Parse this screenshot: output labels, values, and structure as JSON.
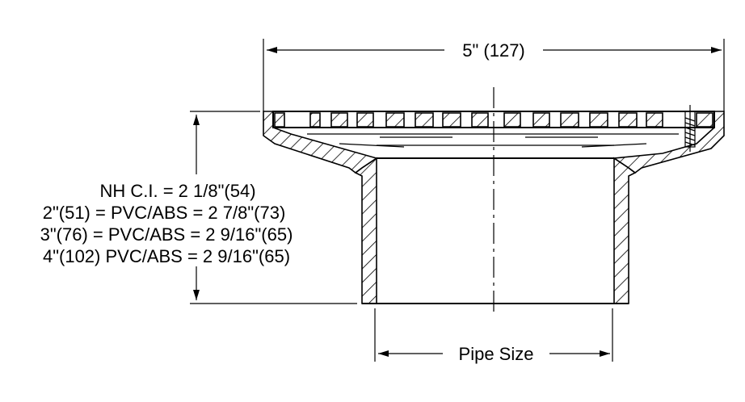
{
  "dimensions": {
    "top_width_label": "5\" (127)",
    "pipe_size_label": "Pipe Size",
    "height_labels": [
      "NH C.I. = 2 1/8\"(54)",
      "2\"(51) = PVC/ABS = 2 7/8\"(73)",
      "3\"(76) = PVC/ABS = 2 9/16\"(65)",
      "4\"(102) PVC/ABS = 2 9/16\"(65)"
    ]
  },
  "colors": {
    "line": "#000000",
    "background": "#ffffff"
  }
}
